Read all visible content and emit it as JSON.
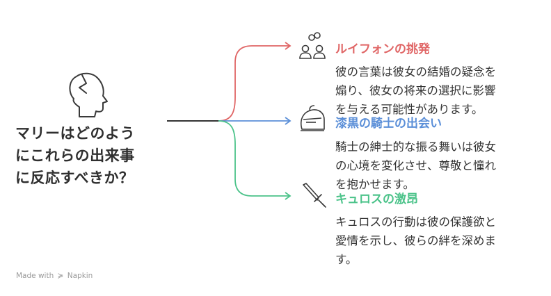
{
  "question": [
    "マリーはどのよう",
    "にこれらの出来事",
    "に反応すべきか？"
  ],
  "branches": [
    {
      "title": "ルイフォンの挑発",
      "description": [
        "彼の言葉は彼女の結婚の疑念を",
        "煽り、彼女の将来の選択に影響",
        "を与える可能性があります。"
      ],
      "color": "#e06666",
      "icon": "people-icon"
    },
    {
      "title": "漆黒の騎士の出会い",
      "description": [
        "騎士の紳士的な振る舞いは彼女",
        "の心境を変化させ、尊敬と憧れ",
        "を抱かせます。"
      ],
      "color": "#5b8fd8",
      "icon": "knight-helmet-icon"
    },
    {
      "title": "キュロスの激昂",
      "description": [
        "キュロスの行動は彼の保護欲と",
        "愛情を示し、彼らの絆を深めま",
        "す。"
      ],
      "color": "#4cc38a",
      "icon": "sword-icon"
    }
  ],
  "footer": {
    "made_with": "Made with",
    "brand": "Napkin"
  }
}
